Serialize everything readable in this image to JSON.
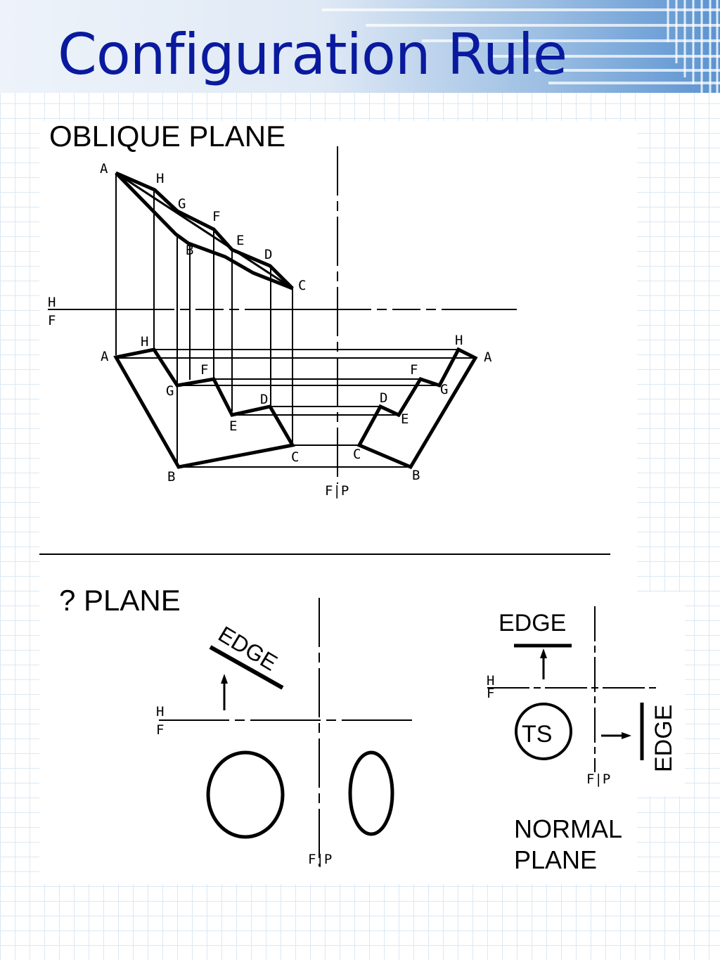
{
  "slide": {
    "title": "Configuration Rule",
    "colors": {
      "title": "#0a1a9e",
      "header_gradient_end": "#5b93d1",
      "grid": "#dbe8f3"
    }
  },
  "oblique_section": {
    "heading": "OBLIQUE PLANE",
    "fold_line_label_top": "H",
    "fold_line_label_bottom": "F",
    "profile_fold_label": "F|P",
    "points": [
      "A",
      "H",
      "G",
      "F",
      "E",
      "D",
      "C",
      "B"
    ]
  },
  "question_section": {
    "heading": "? PLANE",
    "edge_label": "EDGE",
    "fold_line_label_top": "H",
    "fold_line_label_bottom": "F",
    "profile_fold_label": "F|P"
  },
  "normal_plane_example": {
    "top_edge_label": "EDGE",
    "side_edge_label": "EDGE",
    "true_shape_label": "TS",
    "fold_line_label_top": "H",
    "fold_line_label_bottom": "F",
    "profile_fold_label": "F|P",
    "caption_line1": "NORMAL",
    "caption_line2": "PLANE"
  }
}
